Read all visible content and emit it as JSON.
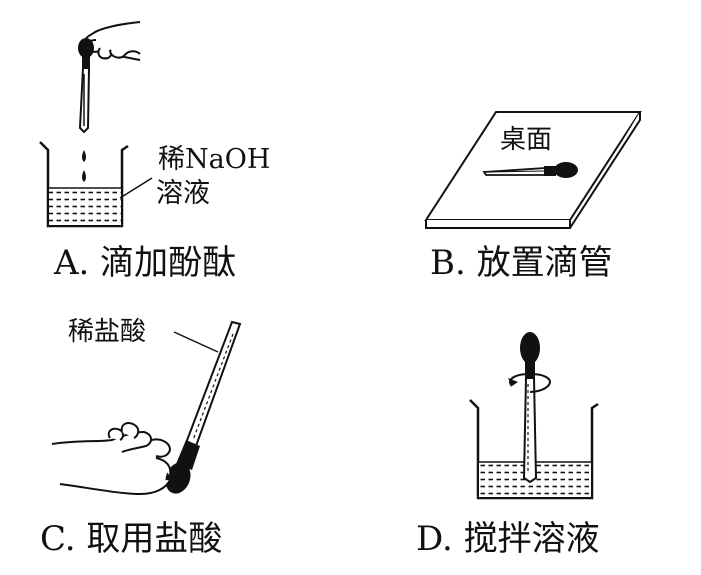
{
  "panels": [
    {
      "caption": "A. 滴加酚酞",
      "labels": [
        "稀NaOH",
        "溶液"
      ]
    },
    {
      "caption": "B. 放置滴管",
      "labels": [
        "桌面"
      ]
    },
    {
      "caption": "C. 取用盐酸",
      "labels": [
        "稀盐酸"
      ]
    },
    {
      "caption": "D. 搅拌溶液",
      "labels": []
    }
  ]
}
